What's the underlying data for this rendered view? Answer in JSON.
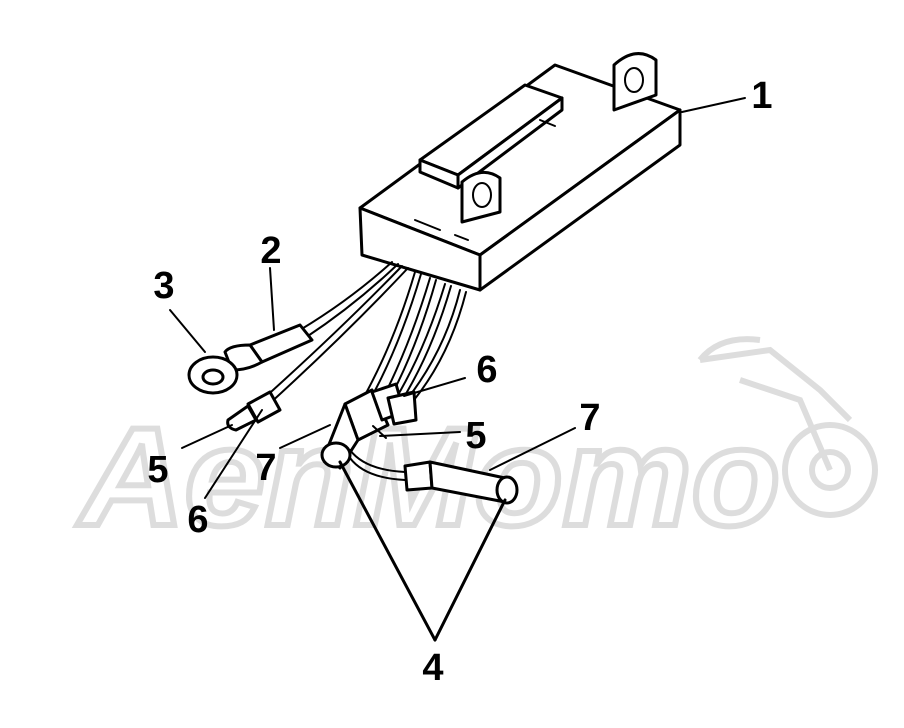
{
  "callouts": [
    {
      "id": "1",
      "label": "1"
    },
    {
      "id": "2",
      "label": "2"
    },
    {
      "id": "3",
      "label": "3"
    },
    {
      "id": "4",
      "label": "4"
    },
    {
      "id": "5a",
      "label": "5"
    },
    {
      "id": "5b",
      "label": "5"
    },
    {
      "id": "6a",
      "label": "6"
    },
    {
      "id": "6b",
      "label": "6"
    },
    {
      "id": "7a",
      "label": "7"
    },
    {
      "id": "7b",
      "label": "7"
    }
  ],
  "watermark": {
    "text": "AenMomo"
  }
}
